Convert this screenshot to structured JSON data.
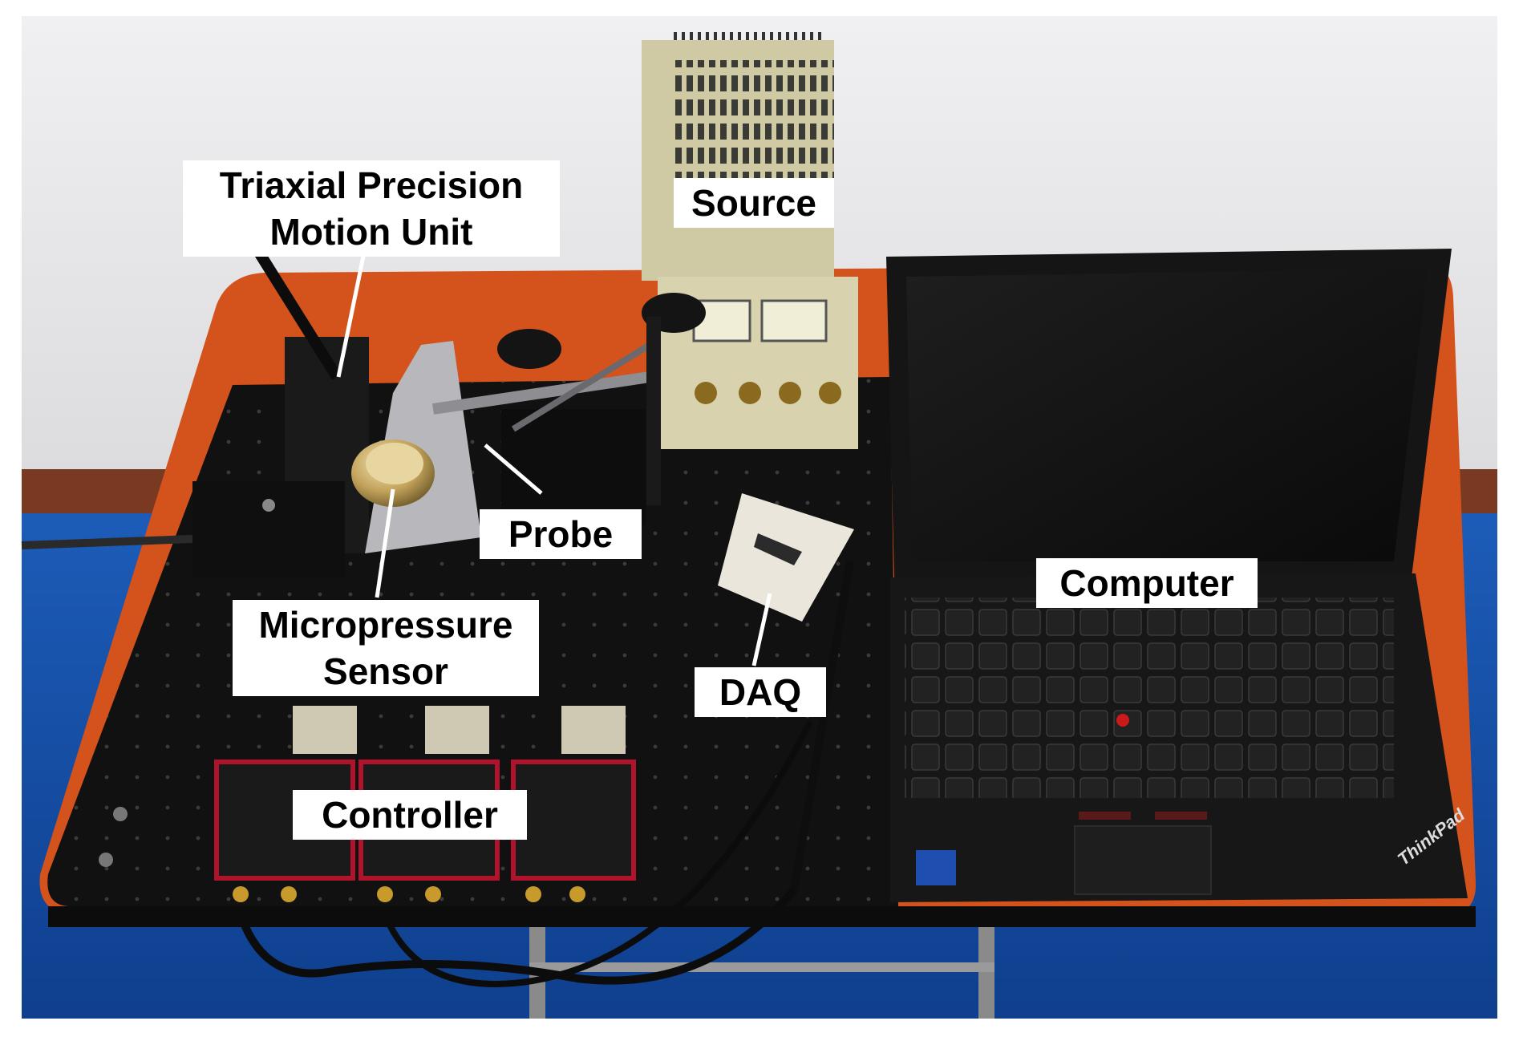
{
  "labels": {
    "triaxial": {
      "line1": "Triaxial Precision",
      "line2": "Motion Unit"
    },
    "source": "Source",
    "probe": "Probe",
    "micropressure": {
      "line1": "Micropressure",
      "line2": "Sensor"
    },
    "controller": "Controller",
    "daq": "DAQ",
    "computer": "Computer",
    "laptop_brand": "ThinkPad"
  },
  "colors": {
    "wall": "#e4e4e6",
    "floor_blue": "#1651a8",
    "table_orange": "#d4521c",
    "breadboard": "#111111",
    "source_beige": "#cfc9a4",
    "laptop_black": "#161616",
    "controller_red": "#b0142c",
    "daq_white": "#eae6dc",
    "sensor_gold": "#c2a25a"
  }
}
